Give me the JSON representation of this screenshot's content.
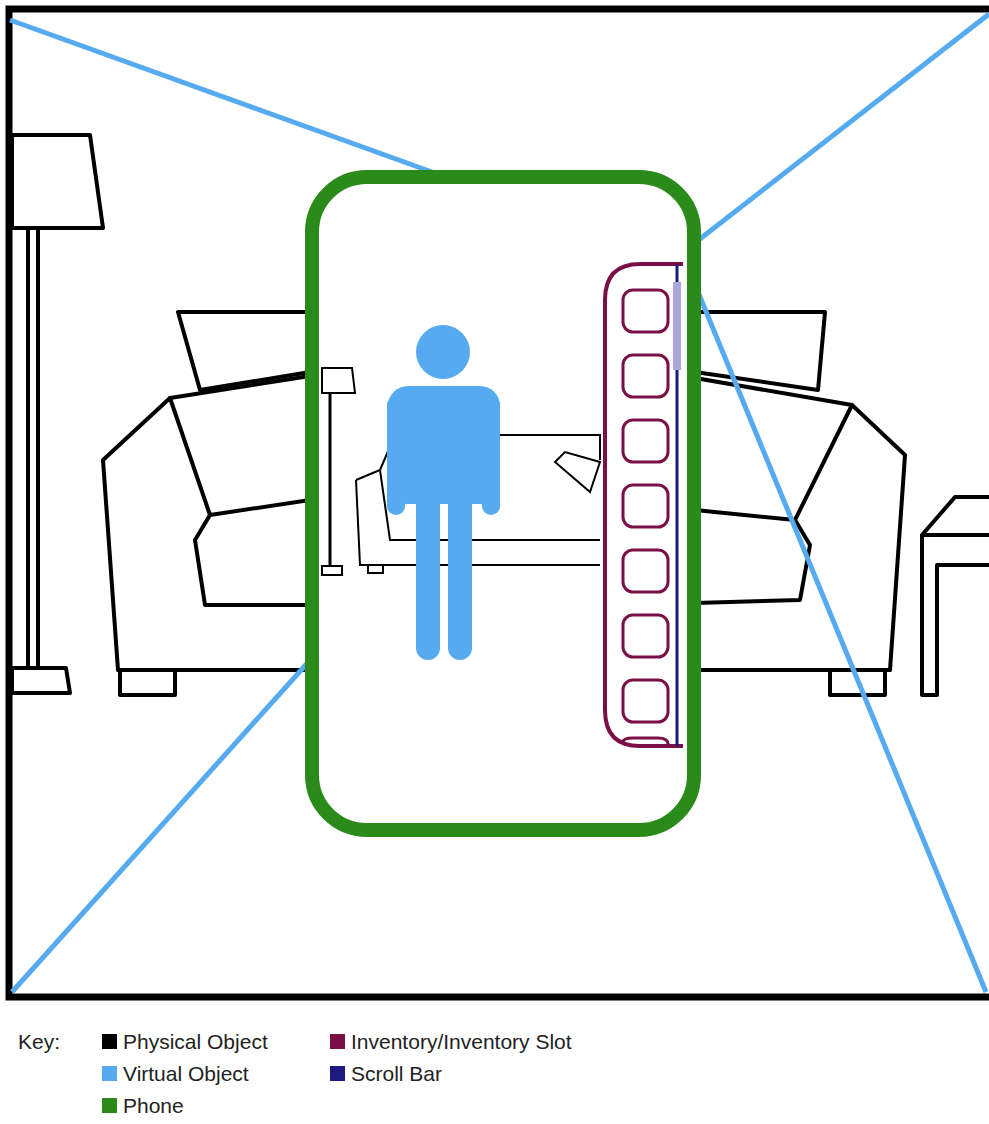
{
  "diagram": {
    "labels": [
      "Key:"
    ],
    "legend": [
      {
        "text": "Physical Object",
        "color": "#000000"
      },
      {
        "text": "Virtual Object",
        "color": "#55aaf0"
      },
      {
        "text": "Phone",
        "color": "#2a8a1a"
      },
      {
        "text": "Inventory/Inventory Slot",
        "color": "#7b1048"
      },
      {
        "text": "Scroll Bar",
        "color": "#1a1a80"
      }
    ]
  }
}
